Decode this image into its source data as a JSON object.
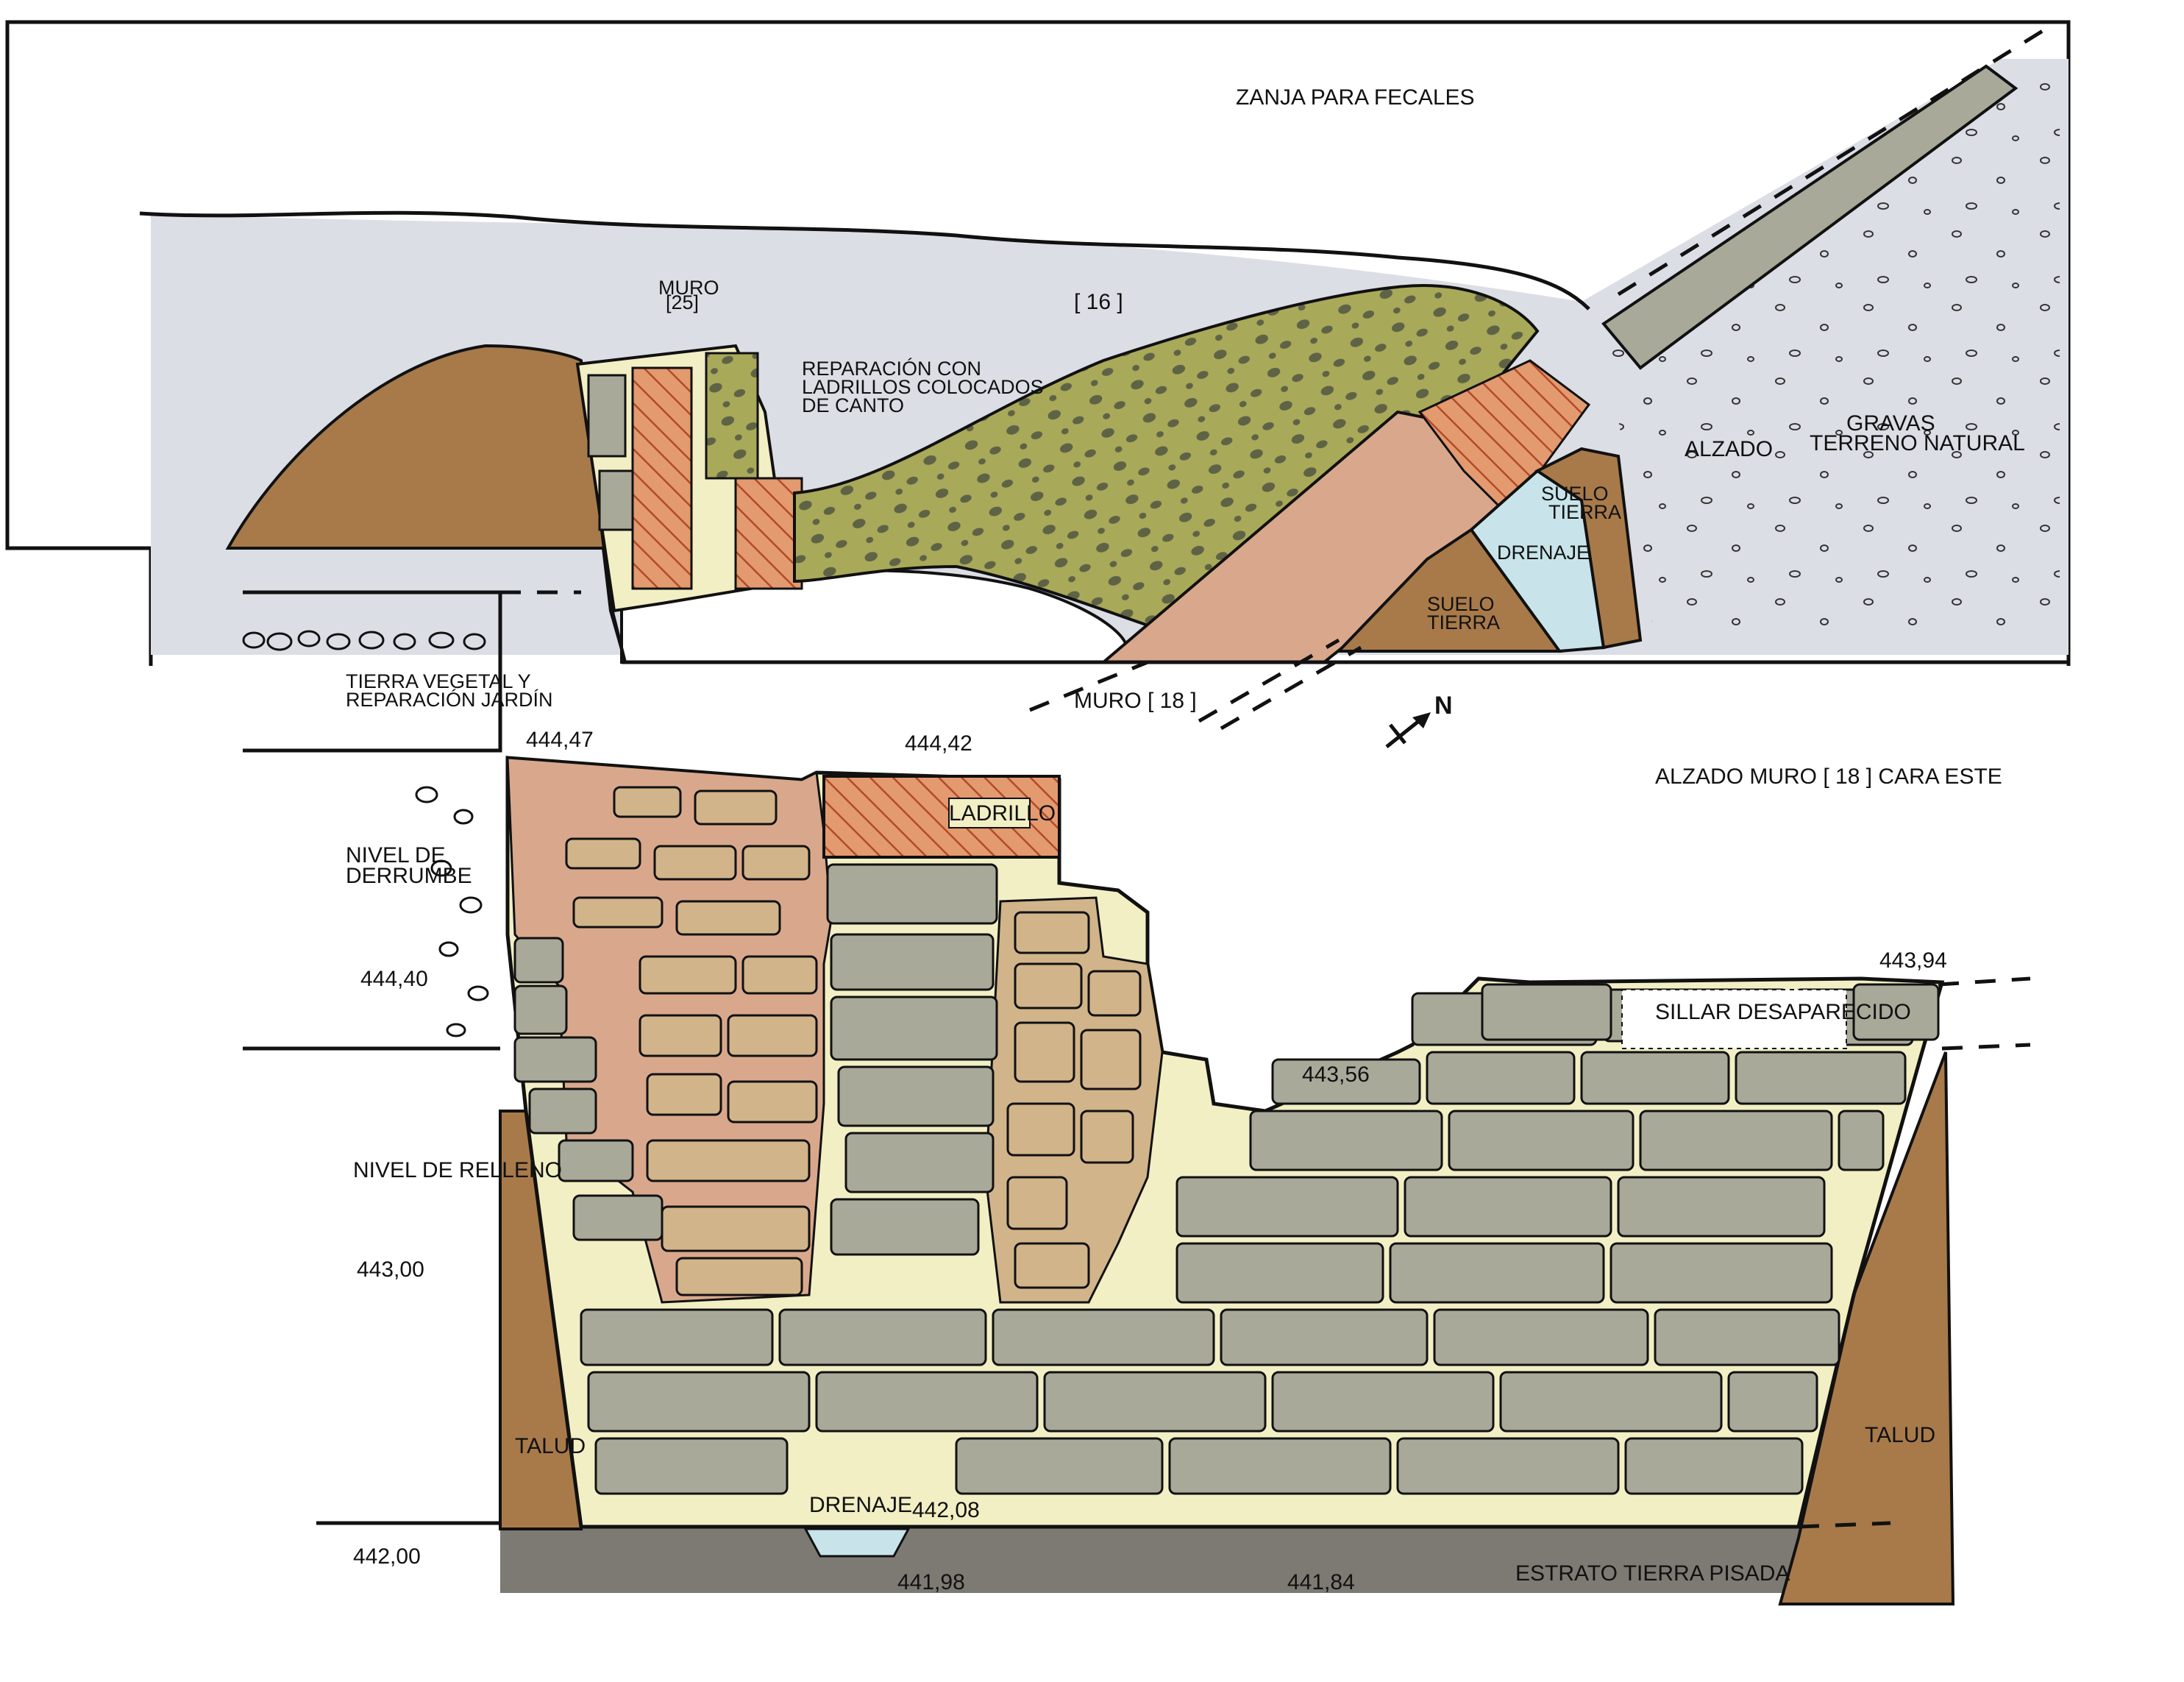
{
  "colors": {
    "gravel": "#dcdee6",
    "soil": "#a87a4a",
    "moss": "#a9a95a",
    "moss_spots": "#5f6345",
    "stone": "#a9a99a",
    "mortar": "#f2efc4",
    "sandstone": "#d2b48a",
    "pink_wall": "#d9a88c",
    "brick": "#e39a6f",
    "brick_hatch": "#b34a2a",
    "water": "#c8e4ea",
    "base_stratum": "#7d7a74",
    "outline": "#111111"
  },
  "plan": {
    "zanja": "ZANJA PARA FECALES",
    "muro25": [
      "MURO",
      "[25]"
    ],
    "reparacion": [
      "REPARACIÓN CON",
      "LADRILLOS COLOCADOS",
      "DE CANTO"
    ],
    "muro16": "[ 16 ]",
    "alzado": "ALZADO",
    "gravas": [
      "GRAVAS",
      "TERRENO NATURAL"
    ],
    "suelo_tierra_right": [
      "SUELO",
      "TIERRA"
    ],
    "drenaje": "DRENAJE",
    "suelo_tierra_center": [
      "SUELO",
      "TIERRA"
    ],
    "muro18": "MURO  [ 18 ]",
    "north": "N"
  },
  "elevation": {
    "title": "ALZADO MURO [ 18 ] CARA ESTE",
    "tierra_vegetal": [
      "TIERRA VEGETAL Y",
      "REPARACIÓN JARDÍN"
    ],
    "nivel_derrumbe": [
      "NIVEL DE",
      "DERRUMBE"
    ],
    "nivel_relleno": "NIVEL DE RELLENO",
    "ladrillo": "LADRILLO",
    "sillar": "SILLAR DESAPARECIDO",
    "talud_left": "TALUD",
    "talud_right": "TALUD",
    "drenaje": "DRENAJE",
    "estrato": "ESTRATO TIERRA PISADA",
    "levels": {
      "l44447": "444,47",
      "l44442": "444,42",
      "l44440": "444,40",
      "l44394": "443,94",
      "l44356": "443,56",
      "l44300": "443,00",
      "l44208": "442,08",
      "l44200": "442,00",
      "l44198": "441,98",
      "l44184": "441,84"
    }
  }
}
